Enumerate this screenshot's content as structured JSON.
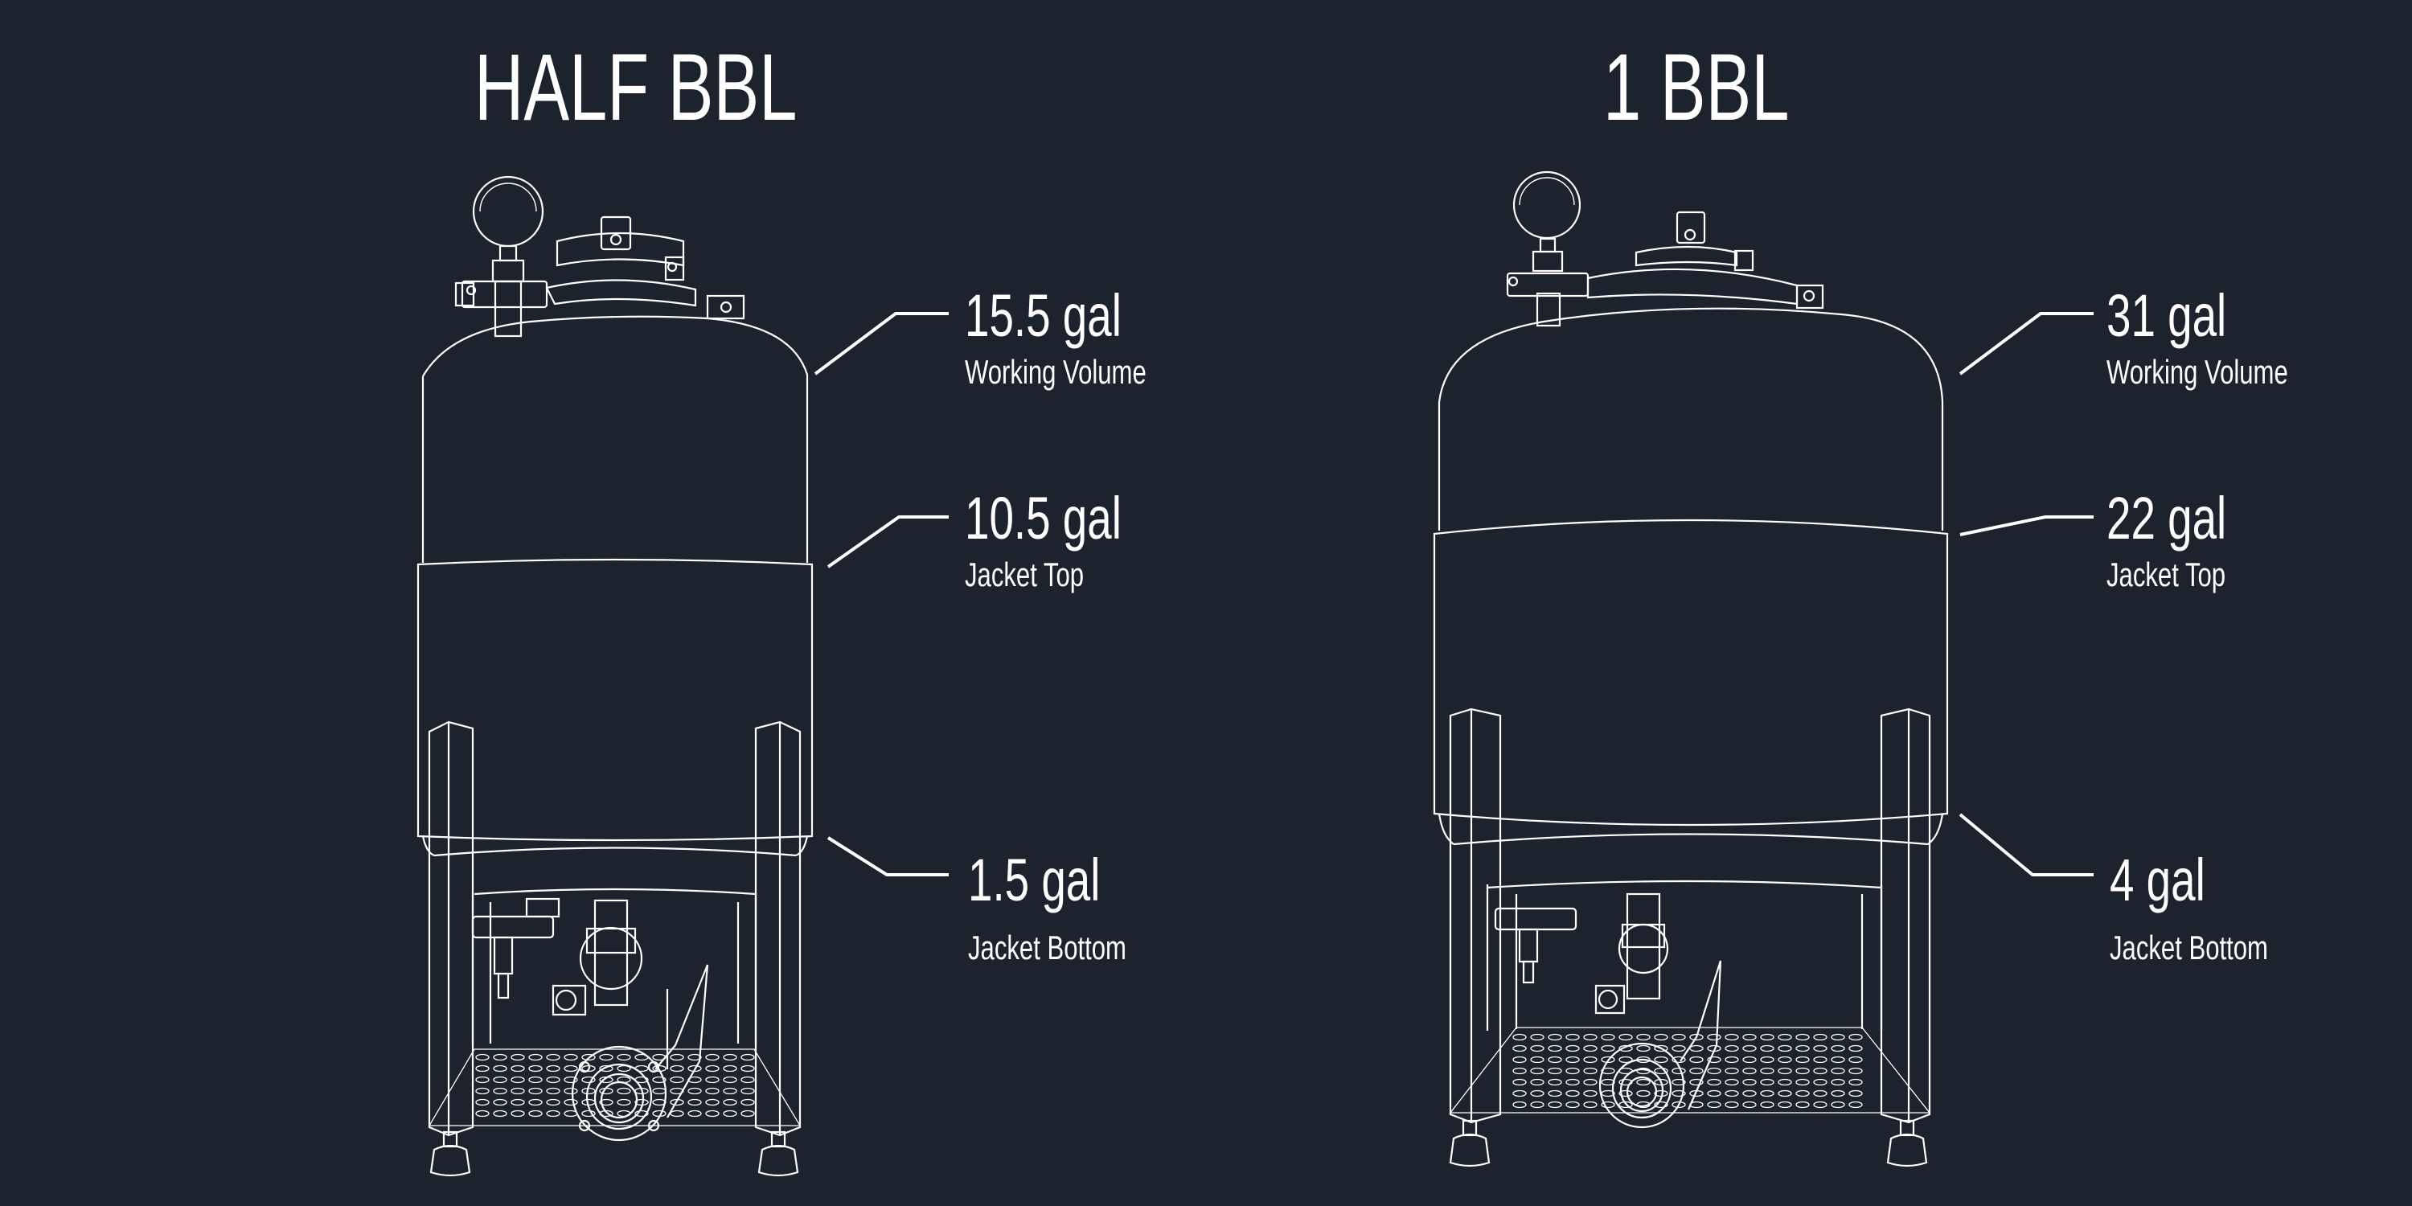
{
  "background_color": "#1d232d",
  "line_color": "#ffffff",
  "tanks": [
    {
      "title": "HALF BBL",
      "callouts": [
        {
          "value": "15.5 gal",
          "label": "Working Volume"
        },
        {
          "value": "10.5 gal",
          "label": "Jacket Top"
        },
        {
          "value": "1.5 gal",
          "label": "Jacket Bottom"
        }
      ]
    },
    {
      "title": "1 BBL",
      "callouts": [
        {
          "value": "31 gal",
          "label": "Working Volume"
        },
        {
          "value": "22 gal",
          "label": "Jacket Top"
        },
        {
          "value": "4 gal",
          "label": "Jacket Bottom"
        }
      ]
    }
  ],
  "icons": [
    "pressure-gauge-icon",
    "lid-clamp-icon",
    "butterfly-valve-icon",
    "sample-valve-icon",
    "leveling-foot-icon"
  ]
}
